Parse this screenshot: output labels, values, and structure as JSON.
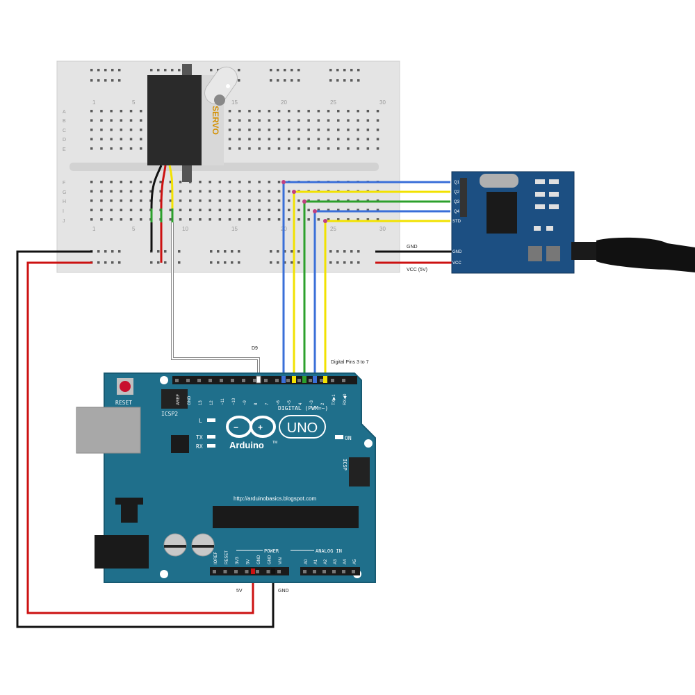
{
  "labels": {
    "breadcrumb_gnd": "GND",
    "breadcrumb_5v": "5V",
    "d9": "D9",
    "digital_pins": "Digital Pins 3 to 7",
    "module_gnd": "GND",
    "module_vcc": "VCC (5V)",
    "arduino_5v": "5V",
    "arduino_gnd": "GND"
  },
  "breadboard": {
    "column_numbers": [
      "1",
      "5",
      "10",
      "15",
      "20",
      "25",
      "30"
    ],
    "row_letters_top": [
      "A",
      "B",
      "C",
      "D",
      "E"
    ],
    "row_letters_bottom": [
      "F",
      "G",
      "H",
      "I",
      "J"
    ]
  },
  "servo": {
    "label": "SERVO"
  },
  "decoder": {
    "pins": [
      "Q1",
      "Q2",
      "Q3",
      "Q4",
      "STD",
      "GND",
      "VCC"
    ]
  },
  "arduino": {
    "reset_label": "RESET",
    "icsp2_label": "ICSP2",
    "icsp_label": "ICSP",
    "uno_label": "UNO",
    "brand_label": "Arduino",
    "tm_label": "TM",
    "on_label": "ON",
    "l_label": "L",
    "tx_label": "TX",
    "rx_label": "RX",
    "url": "http://arduinobasics.blogspot.com",
    "digital_header": "DIGITAL (PWM=~)",
    "power_header": "POWER",
    "analog_header": "ANALOG IN",
    "top_pin_labels": [
      "AREF",
      "GND",
      "13",
      "12",
      "~11",
      "~10",
      "~9",
      "8",
      "7",
      "~6",
      "~5",
      "4",
      "~3",
      "2",
      "TX▶1",
      "RX◀0"
    ],
    "power_pin_labels": [
      "IOREF",
      "RESET",
      "3V3",
      "5V",
      "GND",
      "GND",
      "VIN"
    ],
    "analog_pin_labels": [
      "A0",
      "A1",
      "A2",
      "A3",
      "A4",
      "A5"
    ]
  },
  "colors": {
    "board_blue": "#1f6f8b",
    "wire_red": "#cc1111",
    "wire_black": "#111111",
    "wire_blue": "#3a6fd8",
    "wire_yellow": "#f2e200",
    "wire_green": "#2ca02c",
    "wire_white": "#ffffff"
  }
}
